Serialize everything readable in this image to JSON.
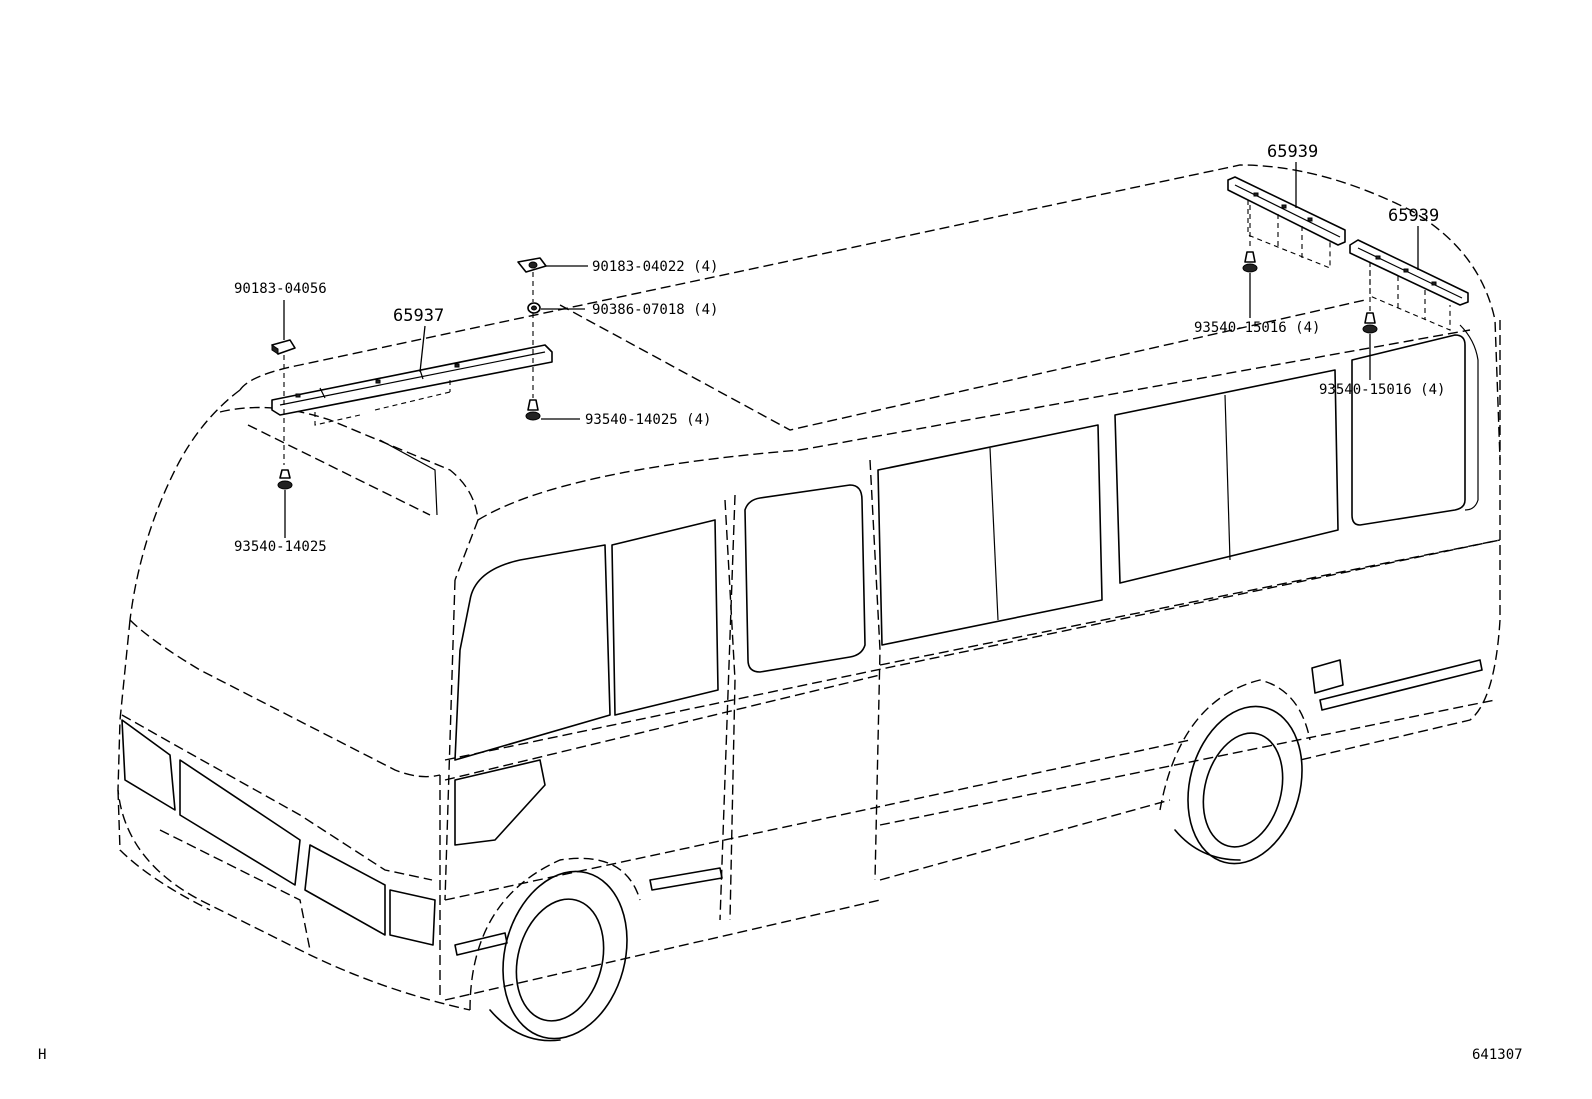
{
  "labels": {
    "clip_90183_04056": "90183-04056",
    "molding_65937": "65937",
    "screw_93540_14025_front": "93540-14025",
    "clip_90183_04022": "90183-04022 (4)",
    "nut_90386_07018": "90386-07018 (4)",
    "screw_93540_14025_mid": "93540-14025 (4)",
    "molding_65939_a": "65939",
    "molding_65939_b": "65939",
    "screw_93540_15016_a": "93540-15016 (4)",
    "screw_93540_15016_b": "93540-15016 (4)"
  },
  "footer": {
    "corner_mark": "H",
    "figure_number": "641307"
  }
}
